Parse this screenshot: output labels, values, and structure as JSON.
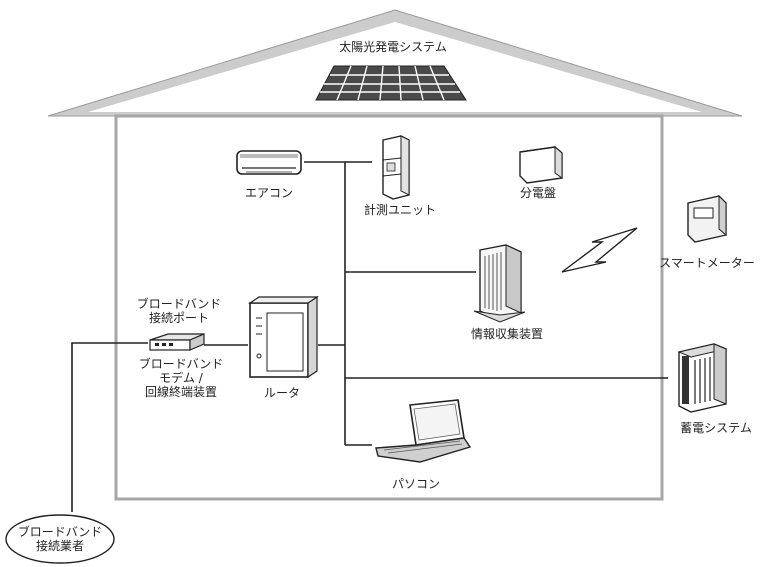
{
  "labels": {
    "solar": "太陽光発電システム",
    "aircon": "エアコン",
    "measure_unit": "計測ユニット",
    "distribution_board": "分電盤",
    "smart_meter": "スマートメーター",
    "broadband_port": "ブロードバンド\n接続ポート",
    "router": "ルータ",
    "info_collector": "情報収集装置",
    "broadband_modem": "ブロードバンド\nモデム /\n回線終端装置",
    "storage": "蓄電システム",
    "pc": "パソコン",
    "broadband_provider": "ブロードバンド\n接続業者"
  },
  "icons": {
    "solar": "solar-panel-icon",
    "aircon": "air-conditioner-icon",
    "measure_unit": "measurement-unit-icon",
    "distribution_board": "distribution-board-icon",
    "smart_meter": "smart-meter-icon",
    "modem": "modem-icon",
    "router": "router-icon",
    "info_collector": "info-collector-icon",
    "storage": "battery-storage-icon",
    "pc": "laptop-icon",
    "wireless": "lightning-bolt-icon"
  },
  "colors": {
    "line": "#222222",
    "device_fill": "#f2f2f2",
    "house_stroke": "#999999"
  }
}
